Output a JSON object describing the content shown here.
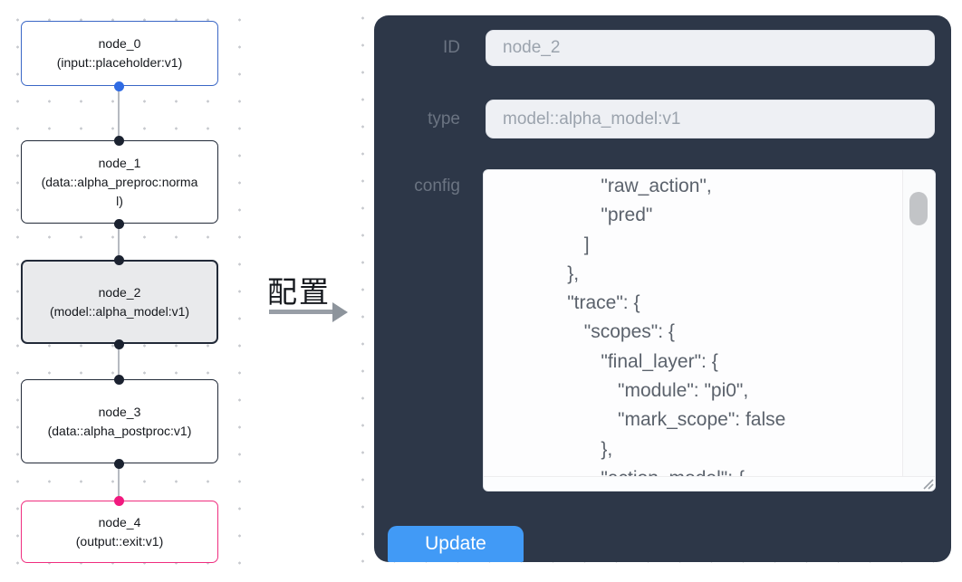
{
  "flow": {
    "nodes": [
      {
        "title": "node_0",
        "sub": "(input::placeholder:v1)",
        "kind": "input",
        "border_color": "#3a67c6"
      },
      {
        "title": "node_1",
        "sub": "(data::alpha_preproc:normal)",
        "kind": "default",
        "border_color": "#222a38"
      },
      {
        "title": "node_2",
        "sub": "(model::alpha_model:v1)",
        "kind": "selected",
        "border_color": "#222a38",
        "bg": "#e9eaec"
      },
      {
        "title": "node_3",
        "sub": "(data::alpha_postproc:v1)",
        "kind": "default",
        "border_color": "#222a38"
      },
      {
        "title": "node_4",
        "sub": "(output::exit:v1)",
        "kind": "output",
        "border_color": "#ef2d7f"
      }
    ],
    "handle_colors": {
      "source_input": "#2f6be4",
      "default": "#1b2230",
      "target_output": "#f1197e"
    }
  },
  "transfer": {
    "label": "配置"
  },
  "panel": {
    "fields": [
      {
        "label": "ID",
        "value": "node_2"
      },
      {
        "label": "type",
        "value": "model::alpha_model:v1"
      }
    ],
    "config": {
      "label": "config",
      "lines": [
        "        \"raw_action\",",
        "        \"pred\"",
        "      ]",
        "    },",
        "    \"trace\": {",
        "      \"scopes\": {",
        "        \"final_layer\": {",
        "          \"module\": \"pi0\",",
        "          \"mark_scope\": false",
        "        },",
        "        \"action_model\": {"
      ]
    },
    "update_label": "Update"
  },
  "colors": {
    "panel_bg": "#2d3748",
    "update_button": "#419af6",
    "input_bg": "#eef0f4",
    "input_text": "#9ba3ad",
    "label_text": "#6b7482",
    "node_selected_bg": "#e9eaec",
    "edge": "#b6bac1"
  }
}
